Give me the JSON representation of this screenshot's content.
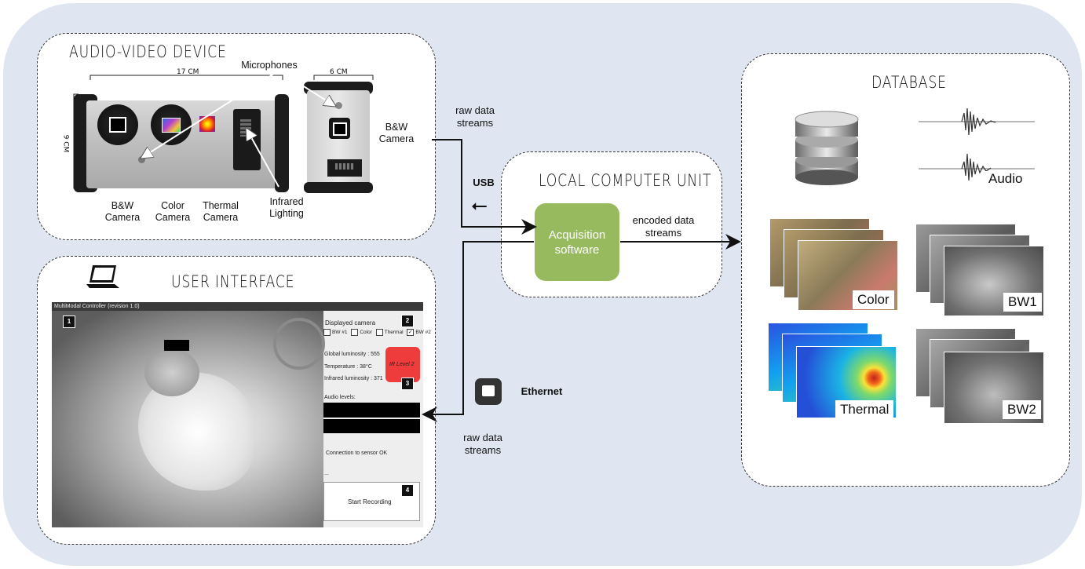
{
  "sections": {
    "device_title": "AUDIO-VIDEO DEVICE",
    "ui_title": "USER INTERFACE",
    "local_title": "LOCAL COMPUTER UNIT",
    "database_title": "DATABASE"
  },
  "device": {
    "microphones": "Microphones",
    "width_label": "17 CM",
    "depth_label": "6 CM",
    "height_label": "9 CM",
    "bw_camera": "B&W\nCamera",
    "color_camera": "Color\nCamera",
    "thermal_camera": "Thermal\nCamera",
    "infrared_lighting": "Infrared\nLighting",
    "side_bw_camera": "B&W\nCamera"
  },
  "flow": {
    "raw_top": "raw data\nstreams",
    "usb": "USB",
    "encoded": "encoded data\nstreams",
    "ethernet": "Ethernet",
    "raw_bottom": "raw data\nstreams"
  },
  "local": {
    "acquisition": "Acquisition\nsoftware"
  },
  "ui": {
    "window_title": "MultiModal Controller (revision 1.0)",
    "num1": "1",
    "num2": "2",
    "num3": "3",
    "num4": "4",
    "displayed_camera": "Displayed camera",
    "cb_bw1": "BW #1",
    "cb_color": "Color",
    "cb_thermal": "Thermal",
    "cb_bw2": "BW #2",
    "global_luminosity": "Global luminosity : 555",
    "temperature": "Temperature : 38°C",
    "infrared_luminosity": "Infrared luminosity : 371",
    "ir_level": "IR Level 2",
    "audio_levels": "Audio levels:",
    "connection": "Connection to sensor OK",
    "ellipsis": "...",
    "start_recording": "Start Recording"
  },
  "database": {
    "audio": "Audio",
    "color": "Color",
    "bw1": "BW1",
    "thermal": "Thermal",
    "bw2": "BW2"
  },
  "colors": {
    "background": "#dfe6f1",
    "acquisition_box": "#98ba5e",
    "ir_level_box": "#ee3b3b"
  }
}
